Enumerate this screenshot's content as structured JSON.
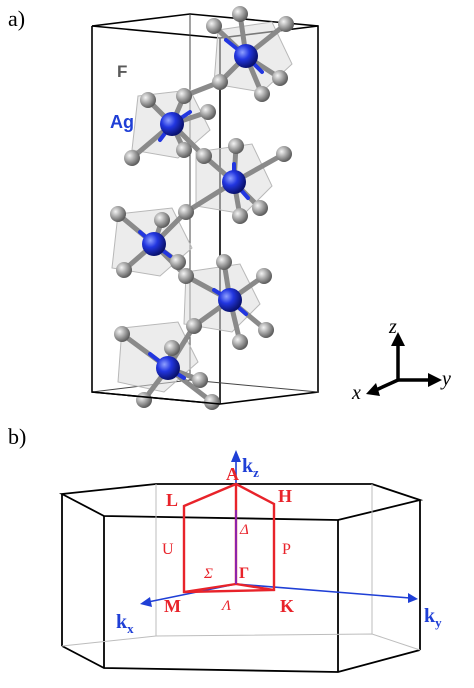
{
  "panels": {
    "a_label": "a)",
    "b_label": "b)"
  },
  "crystal": {
    "species_F": "F",
    "species_Ag": "Ag",
    "colors": {
      "F_label": "#5a5a5a",
      "Ag_label": "#1f3fd6",
      "Ag_atom": "#1a2fd0",
      "F_atom": "#9a9a9a",
      "octahedron_fill": "#dcdcdc"
    }
  },
  "axes": {
    "z": "z",
    "y": "y",
    "x": "x"
  },
  "brillouin": {
    "kz": "k",
    "kz_sub": "z",
    "kx": "k",
    "kx_sub": "x",
    "ky": "k",
    "ky_sub": "y",
    "points": {
      "A": "A",
      "L": "L",
      "H": "H",
      "M": "M",
      "K": "K",
      "Gamma": "Γ"
    },
    "lines": {
      "U": "U",
      "P": "P",
      "Delta": "Δ",
      "Sigma": "Σ",
      "Lambda": "Λ"
    },
    "colors": {
      "path": "#e8232a",
      "axis": "#1f3fd6"
    }
  }
}
